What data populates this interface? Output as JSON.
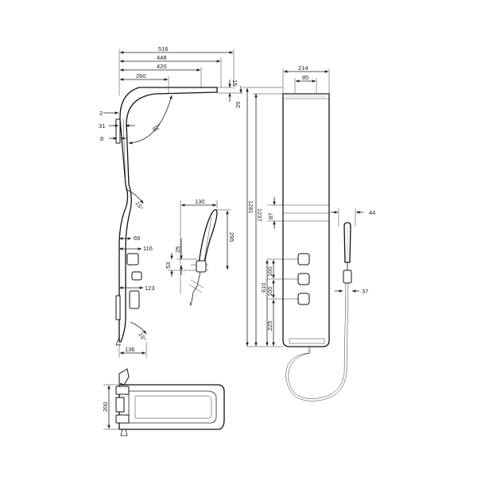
{
  "dimensions": {
    "side_width_516": "516",
    "side_width_448": "448",
    "side_width_420": "420",
    "side_width_260": "260",
    "top_thickness_15": "15",
    "top_offset_29": "29",
    "wall_2": "2",
    "wall_31": "31",
    "wall_8": "8",
    "angle_92": "92°",
    "angle_15a": "15°",
    "offset_69": "69",
    "offset_116": "116",
    "offset_123": "123",
    "angle_15b": "15°",
    "base_136": "136",
    "hand_130": "130",
    "hand_295": "295",
    "hand_25": "25",
    "hand_53": "53",
    "front_width_214": "214",
    "front_width_85": "85",
    "height_1281": "1281",
    "height_1237": "1237",
    "height_87": "87",
    "jet_100a": "100",
    "jet_100b": "100",
    "height_610": "610",
    "height_225": "225",
    "shower_44": "44",
    "shower_37": "37",
    "plan_200": "200"
  }
}
